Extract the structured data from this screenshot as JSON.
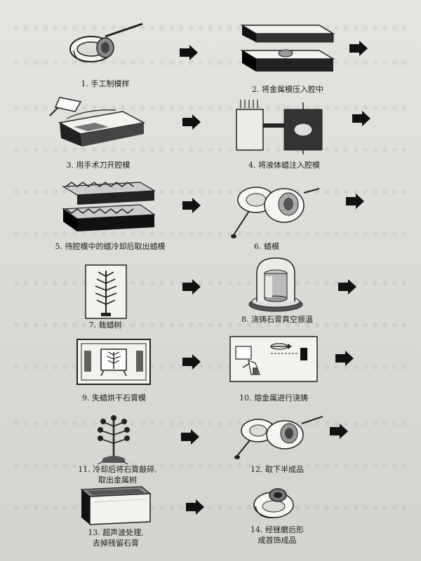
{
  "steps": [
    {
      "id": 1,
      "label": "1. 手工制模样"
    },
    {
      "id": 2,
      "label": "2. 将金属模压入腔中"
    },
    {
      "id": 3,
      "label": "3. 用手术刀开腔模"
    },
    {
      "id": 4,
      "label": "4. 将液体蜡注入腔模"
    },
    {
      "id": 5,
      "label": "5. 待腔模中的蜡冷却后取出蜡模"
    },
    {
      "id": 6,
      "label": "6. 蜡模"
    },
    {
      "id": 7,
      "label": "7. 栽蜡树"
    },
    {
      "id": 8,
      "label": "8. 浇铸石膏真空振温"
    },
    {
      "id": 9,
      "label": "9. 失蜡烘干石膏模"
    },
    {
      "id": 10,
      "label": "10. 熔金属进行浇铸"
    },
    {
      "id": 11,
      "label": "11. 冷却后将石膏敲碎,",
      "label2": "取出金属树"
    },
    {
      "id": 12,
      "label": "12. 取下半成品"
    },
    {
      "id": 13,
      "label": "13. 超声波处理,",
      "label2": "去掉残留石膏"
    },
    {
      "id": 14,
      "label": "14. 经锉磨后形",
      "label2": "成首饰成品"
    }
  ],
  "arrow_icon": "right-arrow-icon",
  "colors": {
    "ink": "#1a1a1a",
    "paper": "#dededa"
  }
}
